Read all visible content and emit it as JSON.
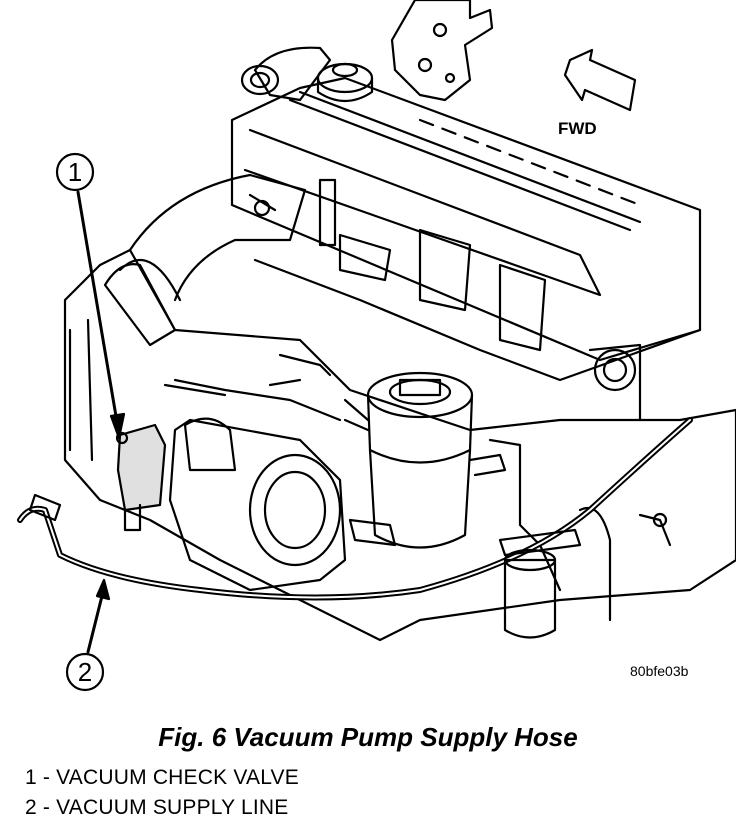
{
  "figure": {
    "callouts": [
      {
        "number": "1",
        "target": "vacuum-check-valve"
      },
      {
        "number": "2",
        "target": "vacuum-supply-line"
      }
    ],
    "direction_label": "FWD",
    "code": "80bfe03b"
  },
  "caption": "Fig. 6 Vacuum Pump Supply Hose",
  "legend": [
    {
      "text": "1 - VACUUM CHECK VALVE"
    },
    {
      "text": "2 - VACUUM SUPPLY LINE"
    }
  ]
}
